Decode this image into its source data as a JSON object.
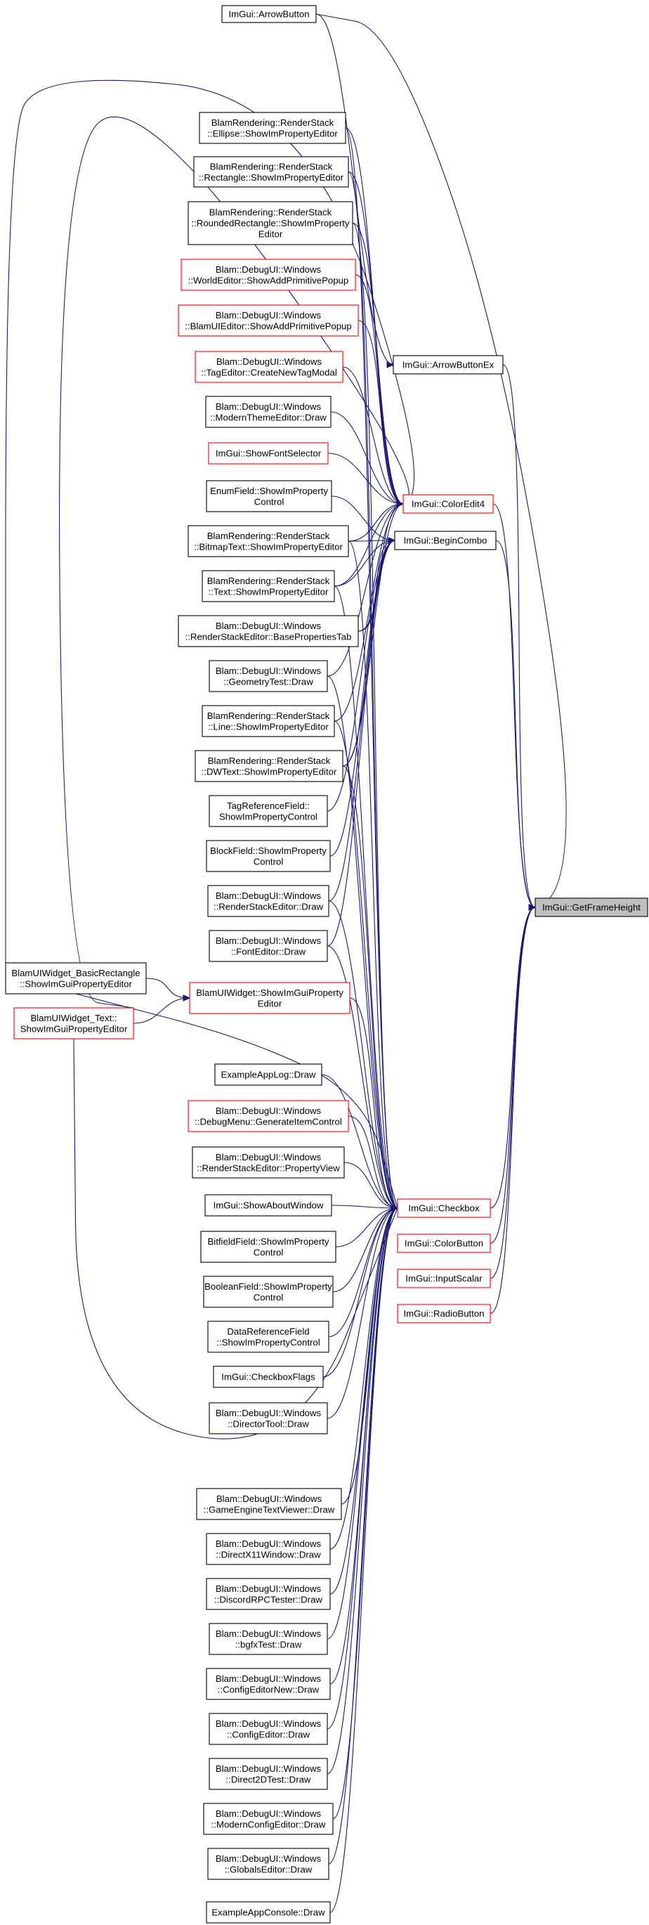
{
  "diagram": {
    "title": "",
    "nodes": [
      {
        "id": "arrowButton",
        "lines": [
          "ImGui::ArrowButton"
        ],
        "style": "normal"
      },
      {
        "id": "ellipse",
        "lines": [
          "BlamRendering::RenderStack",
          "::Ellipse::ShowImPropertyEditor"
        ],
        "style": "normal"
      },
      {
        "id": "rectangle",
        "lines": [
          "BlamRendering::RenderStack",
          "::Rectangle::ShowImPropertyEditor"
        ],
        "style": "normal"
      },
      {
        "id": "roundedRect",
        "lines": [
          "BlamRendering::RenderStack",
          "::RoundedRectangle::ShowImProperty",
          "Editor"
        ],
        "style": "normal"
      },
      {
        "id": "worldEditor",
        "lines": [
          "Blam::DebugUI::Windows",
          "::WorldEditor::ShowAddPrimitivePopup"
        ],
        "style": "red"
      },
      {
        "id": "blamUiEditor",
        "lines": [
          "Blam::DebugUI::Windows",
          "::BlamUIEditor::ShowAddPrimitivePopup"
        ],
        "style": "red"
      },
      {
        "id": "tagEditor",
        "lines": [
          "Blam::DebugUI::Windows",
          "::TagEditor::CreateNewTagModal"
        ],
        "style": "red"
      },
      {
        "id": "modernTheme",
        "lines": [
          "Blam::DebugUI::Windows",
          "::ModernThemeEditor::Draw"
        ],
        "style": "normal"
      },
      {
        "id": "fontSelector",
        "lines": [
          "ImGui::ShowFontSelector"
        ],
        "style": "red"
      },
      {
        "id": "enumField",
        "lines": [
          "EnumField::ShowImProperty",
          "Control"
        ],
        "style": "normal"
      },
      {
        "id": "bitmapText",
        "lines": [
          "BlamRendering::RenderStack",
          "::BitmapText::ShowImPropertyEditor"
        ],
        "style": "normal"
      },
      {
        "id": "textEditor",
        "lines": [
          "BlamRendering::RenderStack",
          "::Text::ShowImPropertyEditor"
        ],
        "style": "normal"
      },
      {
        "id": "baseProps",
        "lines": [
          "Blam::DebugUI::Windows",
          "::RenderStackEditor::BasePropertiesTab"
        ],
        "style": "normal"
      },
      {
        "id": "geometryTest",
        "lines": [
          "Blam::DebugUI::Windows",
          "::GeometryTest::Draw"
        ],
        "style": "normal"
      },
      {
        "id": "lineEditor",
        "lines": [
          "BlamRendering::RenderStack",
          "::Line::ShowImPropertyEditor"
        ],
        "style": "normal"
      },
      {
        "id": "dwText",
        "lines": [
          "BlamRendering::RenderStack",
          "::DWText::ShowImPropertyEditor"
        ],
        "style": "normal"
      },
      {
        "id": "tagRef",
        "lines": [
          "TagReferenceField::",
          "ShowImPropertyControl"
        ],
        "style": "normal"
      },
      {
        "id": "blockField",
        "lines": [
          "BlockField::ShowImProperty",
          "Control"
        ],
        "style": "normal"
      },
      {
        "id": "rsEditorDraw",
        "lines": [
          "Blam::DebugUI::Windows",
          "::RenderStackEditor::Draw"
        ],
        "style": "normal"
      },
      {
        "id": "fontEditor",
        "lines": [
          "Blam::DebugUI::Windows",
          "::FontEditor::Draw"
        ],
        "style": "normal"
      },
      {
        "id": "basicRect",
        "lines": [
          "BlamUIWidget_BasicRectangle",
          "::ShowImGuiPropertyEditor"
        ],
        "style": "normal"
      },
      {
        "id": "widgetText",
        "lines": [
          "BlamUIWidget_Text::",
          "ShowImGuiPropertyEditor"
        ],
        "style": "red"
      },
      {
        "id": "widgetProp",
        "lines": [
          "BlamUIWidget::ShowImGuiProperty",
          "Editor"
        ],
        "style": "red"
      },
      {
        "id": "appLog",
        "lines": [
          "ExampleAppLog::Draw"
        ],
        "style": "normal"
      },
      {
        "id": "debugMenu",
        "lines": [
          "Blam::DebugUI::Windows",
          "::DebugMenu::GenerateItemControl"
        ],
        "style": "red"
      },
      {
        "id": "propertyView",
        "lines": [
          "Blam::DebugUI::Windows",
          "::RenderStackEditor::PropertyView"
        ],
        "style": "normal"
      },
      {
        "id": "aboutWindow",
        "lines": [
          "ImGui::ShowAboutWindow"
        ],
        "style": "normal"
      },
      {
        "id": "bitfield",
        "lines": [
          "BitfieldField::ShowImProperty",
          "Control"
        ],
        "style": "normal"
      },
      {
        "id": "boolean",
        "lines": [
          "BooleanField::ShowImProperty",
          "Control"
        ],
        "style": "normal"
      },
      {
        "id": "dataRef",
        "lines": [
          "DataReferenceField",
          "::ShowImPropertyControl"
        ],
        "style": "normal"
      },
      {
        "id": "checkboxFlags",
        "lines": [
          "ImGui::CheckboxFlags"
        ],
        "style": "normal"
      },
      {
        "id": "directorTool",
        "lines": [
          "Blam::DebugUI::Windows",
          "::DirectorTool::Draw"
        ],
        "style": "normal"
      },
      {
        "id": "textViewer",
        "lines": [
          "Blam::DebugUI::Windows",
          "::GameEngineTextViewer::Draw"
        ],
        "style": "normal"
      },
      {
        "id": "directX11",
        "lines": [
          "Blam::DebugUI::Windows",
          "::DirectX11Window::Draw"
        ],
        "style": "normal"
      },
      {
        "id": "discordRpc",
        "lines": [
          "Blam::DebugUI::Windows",
          "::DiscordRPCTester::Draw"
        ],
        "style": "normal"
      },
      {
        "id": "bgfxTest",
        "lines": [
          "Blam::DebugUI::Windows",
          "::bgfxTest::Draw"
        ],
        "style": "normal"
      },
      {
        "id": "configNew",
        "lines": [
          "Blam::DebugUI::Windows",
          "::ConfigEditorNew::Draw"
        ],
        "style": "normal"
      },
      {
        "id": "configEditor",
        "lines": [
          "Blam::DebugUI::Windows",
          "::ConfigEditor::Draw"
        ],
        "style": "normal"
      },
      {
        "id": "direct2d",
        "lines": [
          "Blam::DebugUI::Windows",
          "::Direct2DTest::Draw"
        ],
        "style": "normal"
      },
      {
        "id": "modernConfig",
        "lines": [
          "Blam::DebugUI::Windows",
          "::ModernConfigEditor::Draw"
        ],
        "style": "normal"
      },
      {
        "id": "globalsEditor",
        "lines": [
          "Blam::DebugUI::Windows",
          "::GlobalsEditor::Draw"
        ],
        "style": "normal"
      },
      {
        "id": "appConsole",
        "lines": [
          "ExampleAppConsole::Draw"
        ],
        "style": "normal"
      },
      {
        "id": "arrowButtonEx",
        "lines": [
          "ImGui::ArrowButtonEx"
        ],
        "style": "normal"
      },
      {
        "id": "colorEdit4",
        "lines": [
          "ImGui::ColorEdit4"
        ],
        "style": "red"
      },
      {
        "id": "beginCombo",
        "lines": [
          "ImGui::BeginCombo"
        ],
        "style": "normal"
      },
      {
        "id": "checkbox",
        "lines": [
          "ImGui::Checkbox"
        ],
        "style": "red"
      },
      {
        "id": "colorButton",
        "lines": [
          "ImGui::ColorButton"
        ],
        "style": "red"
      },
      {
        "id": "inputScalar",
        "lines": [
          "ImGui::InputScalar"
        ],
        "style": "red"
      },
      {
        "id": "radioButton",
        "lines": [
          "ImGui::RadioButton"
        ],
        "style": "red"
      },
      {
        "id": "getFrameHeight",
        "lines": [
          "ImGui::GetFrameHeight"
        ],
        "style": "focus"
      }
    ],
    "edges": [
      [
        "arrowButton",
        "arrowButtonEx"
      ],
      [
        "arrowButton",
        "getFrameHeight"
      ],
      [
        "arrowButtonEx",
        "getFrameHeight"
      ],
      [
        "colorEdit4",
        "getFrameHeight"
      ],
      [
        "beginCombo",
        "getFrameHeight"
      ],
      [
        "checkbox",
        "getFrameHeight"
      ],
      [
        "colorButton",
        "getFrameHeight"
      ],
      [
        "inputScalar",
        "getFrameHeight"
      ],
      [
        "radioButton",
        "getFrameHeight"
      ],
      [
        "ellipse",
        "colorEdit4"
      ],
      [
        "rectangle",
        "colorEdit4"
      ],
      [
        "roundedRect",
        "colorEdit4"
      ],
      [
        "worldEditor",
        "colorEdit4"
      ],
      [
        "blamUiEditor",
        "colorEdit4"
      ],
      [
        "tagEditor",
        "colorEdit4"
      ],
      [
        "modernTheme",
        "colorEdit4"
      ],
      [
        "fontSelector",
        "colorEdit4"
      ],
      [
        "bitmapText",
        "colorEdit4"
      ],
      [
        "textEditor",
        "colorEdit4"
      ],
      [
        "baseProps",
        "colorEdit4"
      ],
      [
        "geometryTest",
        "colorEdit4"
      ],
      [
        "lineEditor",
        "colorEdit4"
      ],
      [
        "dwText",
        "colorEdit4"
      ],
      [
        "basicRect",
        "colorEdit4"
      ],
      [
        "widgetText",
        "colorEdit4"
      ],
      [
        "enumField",
        "beginCombo"
      ],
      [
        "bitmapText",
        "beginCombo"
      ],
      [
        "textEditor",
        "beginCombo"
      ],
      [
        "baseProps",
        "beginCombo"
      ],
      [
        "tagRef",
        "beginCombo"
      ],
      [
        "blockField",
        "beginCombo"
      ],
      [
        "rsEditorDraw",
        "beginCombo"
      ],
      [
        "fontEditor",
        "beginCombo"
      ],
      [
        "dwText",
        "beginCombo"
      ],
      [
        "basicRect",
        "widgetProp"
      ],
      [
        "widgetText",
        "widgetProp"
      ],
      [
        "ellipse",
        "checkbox"
      ],
      [
        "rectangle",
        "checkbox"
      ],
      [
        "roundedRect",
        "checkbox"
      ],
      [
        "bitmapText",
        "checkbox"
      ],
      [
        "textEditor",
        "checkbox"
      ],
      [
        "geometryTest",
        "checkbox"
      ],
      [
        "lineEditor",
        "checkbox"
      ],
      [
        "dwText",
        "checkbox"
      ],
      [
        "rsEditorDraw",
        "checkbox"
      ],
      [
        "fontEditor",
        "checkbox"
      ],
      [
        "widgetProp",
        "checkbox"
      ],
      [
        "basicRect",
        "checkbox"
      ],
      [
        "appLog",
        "checkbox"
      ],
      [
        "debugMenu",
        "checkbox"
      ],
      [
        "propertyView",
        "checkbox"
      ],
      [
        "aboutWindow",
        "checkbox"
      ],
      [
        "bitfield",
        "checkbox"
      ],
      [
        "boolean",
        "checkbox"
      ],
      [
        "dataRef",
        "checkbox"
      ],
      [
        "checkboxFlags",
        "checkbox"
      ],
      [
        "directorTool",
        "checkbox"
      ],
      [
        "textViewer",
        "checkbox"
      ],
      [
        "directX11",
        "checkbox"
      ],
      [
        "discordRpc",
        "checkbox"
      ],
      [
        "bgfxTest",
        "checkbox"
      ],
      [
        "configNew",
        "checkbox"
      ],
      [
        "configEditor",
        "checkbox"
      ],
      [
        "direct2d",
        "checkbox"
      ],
      [
        "modernConfig",
        "checkbox"
      ],
      [
        "globalsEditor",
        "checkbox"
      ],
      [
        "appConsole",
        "checkbox"
      ],
      [
        "widgetText",
        "checkbox"
      ]
    ]
  }
}
